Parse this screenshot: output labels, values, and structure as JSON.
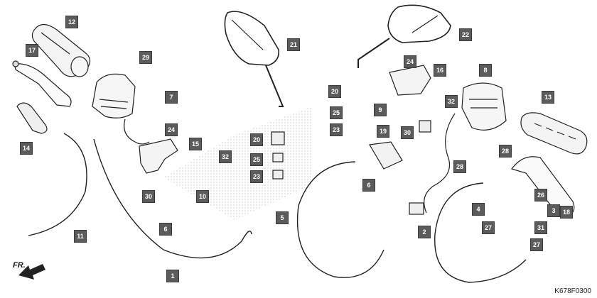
{
  "diagram_code": "K678F0300",
  "direction_label": "FR.",
  "callouts": {
    "c1": "1",
    "c2": "2",
    "c3": "3",
    "c4": "4",
    "c5": "5",
    "c6": "6",
    "c6b": "6",
    "c7": "7",
    "c8": "8",
    "c9": "9",
    "c10": "10",
    "c11": "11",
    "c12": "12",
    "c13": "13",
    "c14": "14",
    "c15": "15",
    "c16": "16",
    "c17": "17",
    "c18": "18",
    "c19": "19",
    "c20a": "20",
    "c20b": "20",
    "c21": "21",
    "c22": "22",
    "c23a": "23",
    "c23b": "23",
    "c24a": "24",
    "c24b": "24",
    "c25a": "25",
    "c25b": "25",
    "c26": "26",
    "c27a": "27",
    "c27b": "27",
    "c28a": "28",
    "c28b": "28",
    "c29": "29",
    "c30a": "30",
    "c30b": "30",
    "c31": "31",
    "c32a": "32",
    "c32b": "32"
  },
  "colors": {
    "callout_bg": "#5b5b5b",
    "line": "#222222",
    "halftone": "#b9b9b9"
  }
}
